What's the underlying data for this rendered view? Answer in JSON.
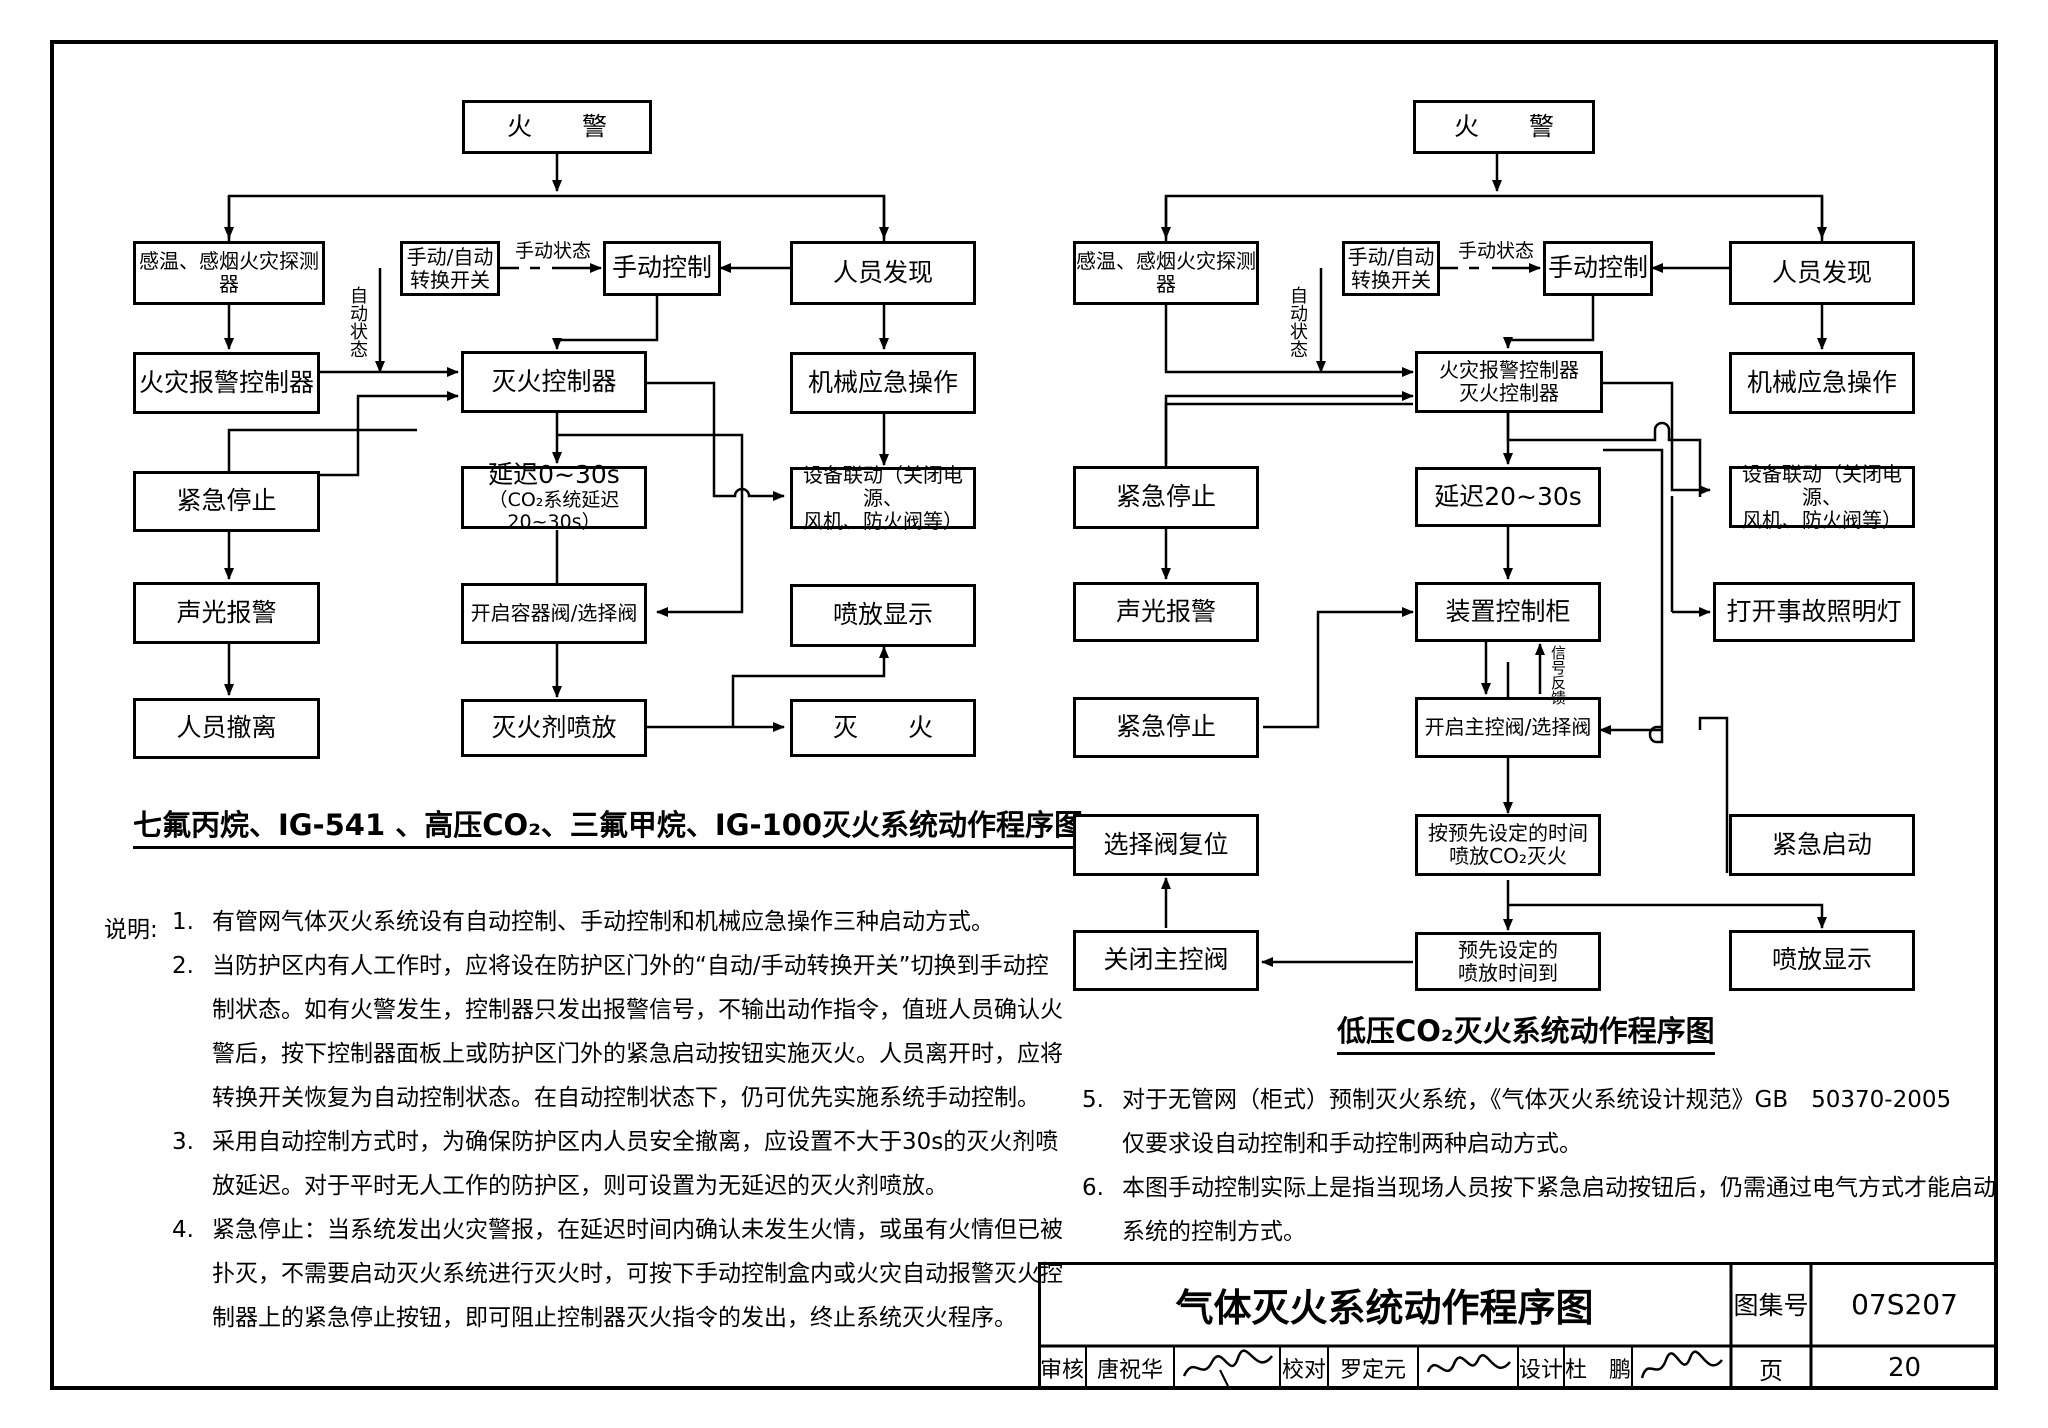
{
  "left_diagram": {
    "title": "七氟丙烷、IG-541 、高压CO₂、三氟甲烷、IG-100灭火系统动作程序图",
    "nodes": {
      "fire_alarm": "火　　警",
      "detector": "感温、感烟火灾探测器",
      "switch_l1": "手动/自动",
      "switch_l2": "转换开关",
      "manual_control": "手动控制",
      "person_found": "人员发现",
      "alarm_controller": "火灾报警控制器",
      "extinguish_controller": "灭火控制器",
      "mech_emergency": "机械应急操作",
      "emergency_stop": "紧急停止",
      "delay_l1": "延迟0~30s",
      "delay_l2": "（CO₂系统延迟20~30s）",
      "linkage_l1": "设备联动（关闭电源、",
      "linkage_l2": "风机、防火阀等）",
      "sound_light": "声光报警",
      "open_valve": "开启容器阀/选择阀",
      "spray_display": "喷放显示",
      "evacuate": "人员撤离",
      "agent_spray": "灭火剂喷放",
      "extinguish": "灭　　火"
    },
    "labels": {
      "manual_state": "手动状态",
      "auto_state": "自动状态"
    }
  },
  "right_diagram": {
    "title": "低压CO₂灭火系统动作程序图",
    "nodes": {
      "fire_alarm": "火　　警",
      "detector": "感温、感烟火灾探测器",
      "switch_l1": "手动/自动",
      "switch_l2": "转换开关",
      "manual_control": "手动控制",
      "person_found": "人员发现",
      "controller_l1": "火灾报警控制器",
      "controller_l2": "灭火控制器",
      "mech_emergency": "机械应急操作",
      "emergency_stop1": "紧急停止",
      "delay": "延迟20~30s",
      "linkage_l1": "设备联动（关闭电源、",
      "linkage_l2": "风机、防火阀等）",
      "sound_light": "声光报警",
      "control_cabinet": "装置控制柜",
      "emergency_light": "打开事故照明灯",
      "emergency_stop2": "紧急停止",
      "open_main_valve": "开启主控阀/选择阀",
      "selector_reset": "选择阀复位",
      "preset_spray_l1": "按预先设定的时间",
      "preset_spray_l2": "喷放CO₂灭火",
      "emergency_start": "紧急启动",
      "close_main_valve": "关闭主控阀",
      "preset_time_l1": "预先设定的",
      "preset_time_l2": "喷放时间到",
      "spray_display": "喷放显示"
    },
    "labels": {
      "manual_state": "手动状态",
      "auto_state": "自动状态",
      "signal_feedback": "信号反馈"
    }
  },
  "notes": {
    "heading": "说明:",
    "left": [
      {
        "num": "1.",
        "lines": [
          "有管网气体灭火系统设有自动控制、手动控制和机械应急操作三种启动方式。"
        ]
      },
      {
        "num": "2.",
        "lines": [
          "当防护区内有人工作时，应将设在防护区门外的“自动/手动转换开关”切换到手动控",
          "制状态。如有火警发生，控制器只发出报警信号，不输出动作指令，值班人员确认火",
          "警后，按下控制器面板上或防护区门外的紧急启动按钮实施灭火。人员离开时，应将",
          "转换开关恢复为自动控制状态。在自动控制状态下，仍可优先实施系统手动控制。"
        ]
      },
      {
        "num": "3.",
        "lines": [
          "采用自动控制方式时，为确保防护区内人员安全撤离，应设置不大于30s的灭火剂喷",
          "放延迟。对于平时无人工作的防护区，则可设置为无延迟的灭火剂喷放。"
        ]
      },
      {
        "num": "4.",
        "lines": [
          "紧急停止：当系统发出火灾警报，在延迟时间内确认未发生火情，或虽有火情但已被",
          "扑灭，不需要启动灭火系统进行灭火时，可按下手动控制盒内或火灾自动报警灭火控",
          "制器上的紧急停止按钮，即可阻止控制器灭火指令的发出，终止系统灭火程序。"
        ]
      }
    ],
    "right": [
      {
        "num": "5.",
        "lines": [
          "对于无管网（柜式）预制灭火系统，《气体灭火系统设计规范》GB　50370-2005",
          "仅要求设自动控制和手动控制两种启动方式。"
        ]
      },
      {
        "num": "6.",
        "lines": [
          "本图手动控制实际上是指当现场人员按下紧急启动按钮后，仍需通过电气方式才能启动",
          "系统的控制方式。"
        ]
      }
    ]
  },
  "title_block": {
    "drawing_title": "气体灭火系统动作程序图",
    "atlas_label": "图集号",
    "atlas_no": "07S207",
    "page_label": "页",
    "page_no": "20",
    "review_label": "审核",
    "reviewer": "唐祝华",
    "check_label": "校对",
    "checker": "罗定元",
    "design_label": "设计",
    "designer": "杜　鹏"
  }
}
